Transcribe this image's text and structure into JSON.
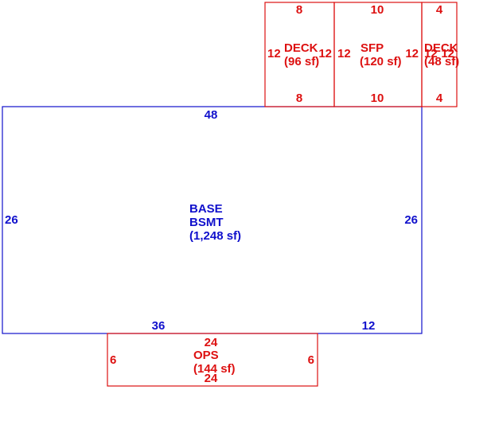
{
  "colors": {
    "base": "#1010cc",
    "addition": "#dd1111",
    "background": "#ffffff"
  },
  "base": {
    "name": "BASE",
    "name2": "BSMT",
    "area": "(1,248 sf)",
    "dims": {
      "top": "48",
      "left": "26",
      "right": "26",
      "bottom_left": "36",
      "bottom_right": "12"
    }
  },
  "deck1": {
    "name": "DECK",
    "area": "(96 sf)",
    "dims": {
      "top": "8",
      "bottom": "8",
      "left": "12",
      "right": "12"
    }
  },
  "sfp": {
    "name": "SFP",
    "area": "(120 sf)",
    "dims": {
      "top": "10",
      "bottom": "10",
      "left": "12",
      "right": "12"
    }
  },
  "deck2": {
    "name": "DECK",
    "area": "(48 sf)",
    "dims": {
      "top": "4",
      "bottom": "4",
      "left": "12",
      "right": "12"
    }
  },
  "ops": {
    "name": "OPS",
    "area": "(144 sf)",
    "dims": {
      "top": "24",
      "bottom": "24",
      "left": "6",
      "right": "6"
    }
  }
}
